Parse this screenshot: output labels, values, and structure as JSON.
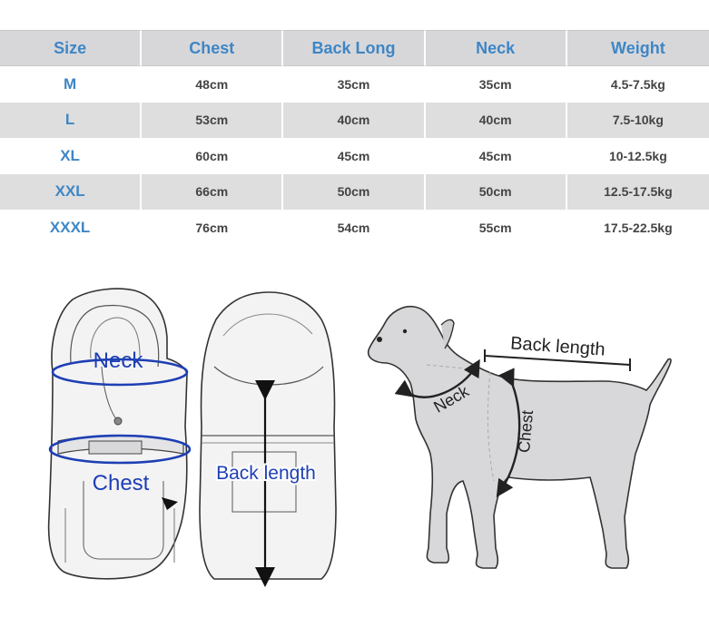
{
  "table": {
    "headers": [
      "Size",
      "Chest",
      "Back Long",
      "Neck",
      "Weight"
    ],
    "rows": [
      [
        "M",
        "48cm",
        "35cm",
        "35cm",
        "4.5-7.5kg"
      ],
      [
        "L",
        "53cm",
        "40cm",
        "40cm",
        "7.5-10kg"
      ],
      [
        "XL",
        "60cm",
        "45cm",
        "45cm",
        "10-12.5kg"
      ],
      [
        "XXL",
        "66cm",
        "50cm",
        "50cm",
        "12.5-17.5kg"
      ],
      [
        "XXXL",
        "76cm",
        "54cm",
        "55cm",
        "17.5-22.5kg"
      ]
    ]
  },
  "coat_front": {
    "neck_label": "Neck",
    "chest_label": "Chest"
  },
  "coat_back": {
    "back_label": "Back length"
  },
  "dog": {
    "back_label": "Back length",
    "neck_label": "Neck",
    "chest_label": "Chest"
  },
  "colors": {
    "header_text": "#3e86c5",
    "measure_blue": "#1e3fb4",
    "stripe": "#dededf"
  }
}
